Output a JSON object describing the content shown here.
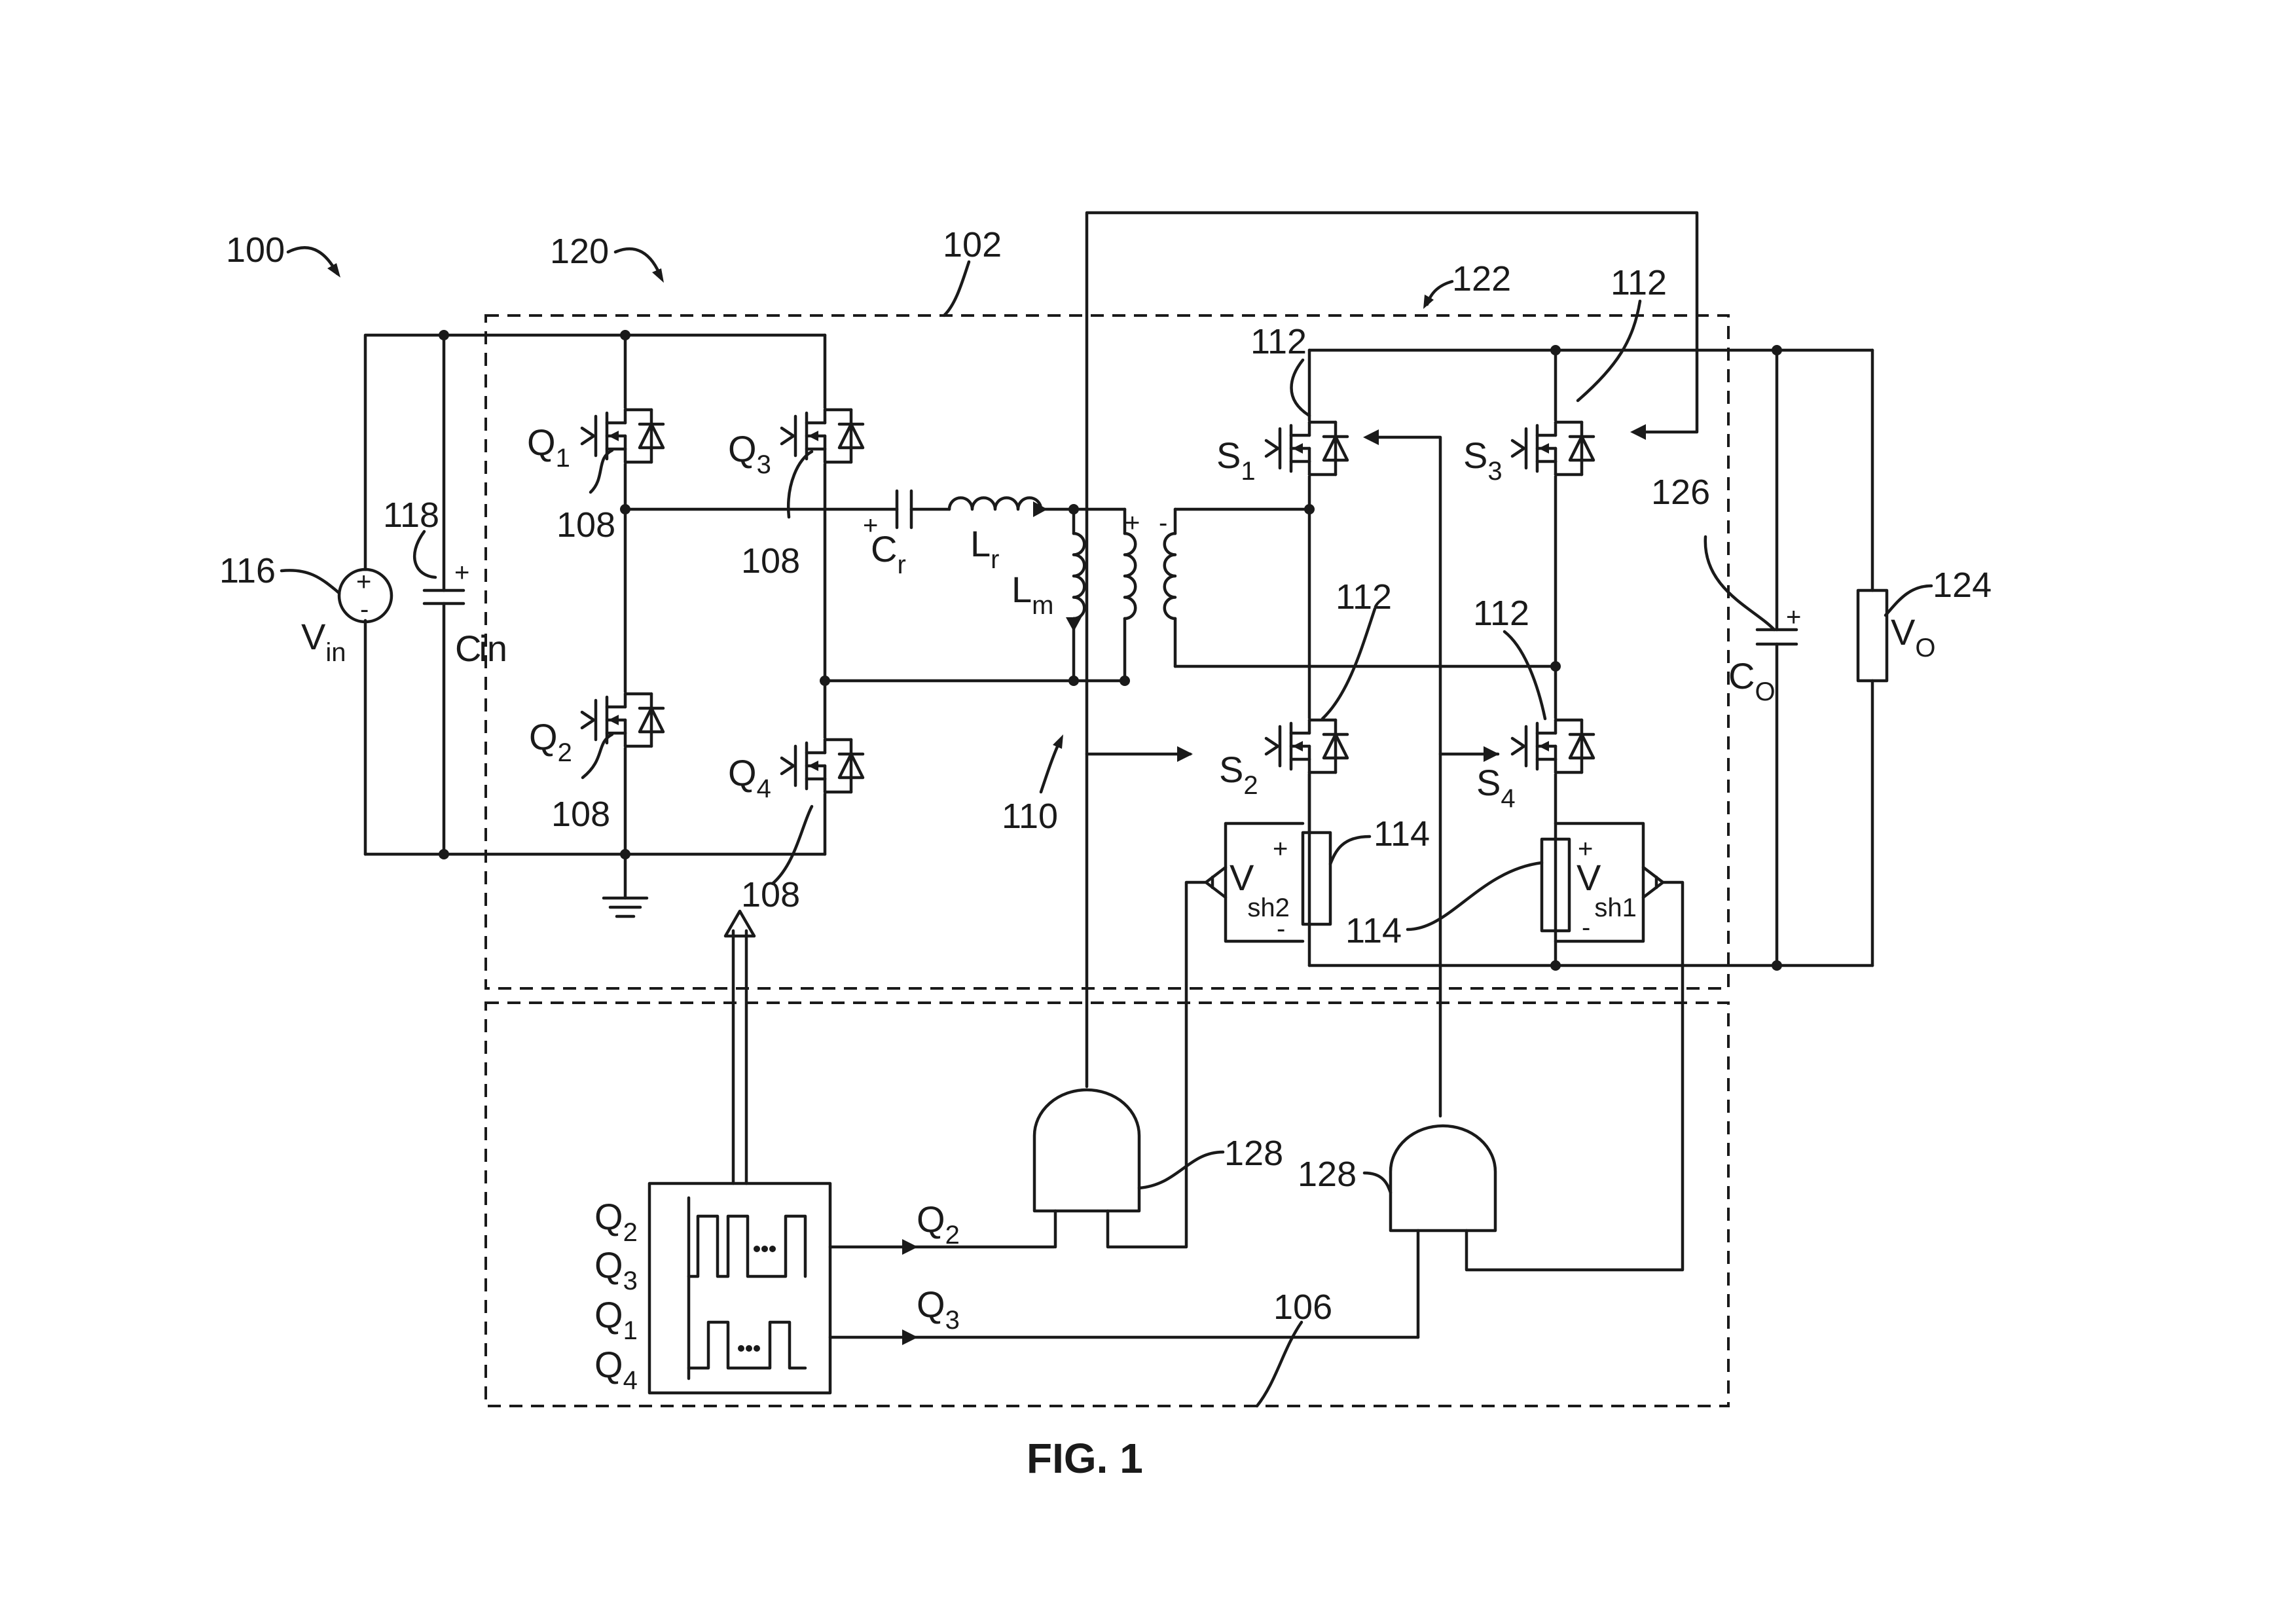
{
  "figure_label": "FIG. 1",
  "refs": {
    "r100": "100",
    "r120": "120",
    "r102": "102",
    "r122": "122",
    "r112a": "112",
    "r112b": "112",
    "r112c": "112",
    "r112d": "112",
    "r118": "118",
    "r116": "116",
    "r108a": "108",
    "r108b": "108",
    "r108c": "108",
    "r108d": "108",
    "r126": "126",
    "r124": "124",
    "r114a": "114",
    "r114b": "114",
    "r110": "110",
    "r128a": "128",
    "r128b": "128",
    "r106": "106"
  },
  "components": {
    "q1": {
      "base": "Q",
      "sub": "1"
    },
    "q2": {
      "base": "Q",
      "sub": "2"
    },
    "q3": {
      "base": "Q",
      "sub": "3"
    },
    "q4": {
      "base": "Q",
      "sub": "4"
    },
    "s1": {
      "base": "S",
      "sub": "1"
    },
    "s2": {
      "base": "S",
      "sub": "2"
    },
    "s3": {
      "base": "S",
      "sub": "3"
    },
    "s4": {
      "base": "S",
      "sub": "4"
    },
    "vin": {
      "base": "V",
      "sub": "in"
    },
    "cin": {
      "base": "C",
      "sub": "in"
    },
    "cr": {
      "base": "C",
      "sub": "r"
    },
    "lr": {
      "base": "L",
      "sub": "r"
    },
    "lm": {
      "base": "L",
      "sub": "m"
    },
    "co": {
      "base": "C",
      "sub": "O"
    },
    "vo": {
      "base": "V",
      "sub": "O"
    },
    "vsh2": {
      "base": "V",
      "sub": "sh2"
    },
    "vsh1": {
      "base": "V",
      "sub": "sh1"
    }
  },
  "signals": {
    "out_q2": {
      "base": "Q",
      "sub": "2"
    },
    "out_q3": {
      "base": "Q",
      "sub": "3"
    },
    "ctrl_q2": {
      "base": "Q",
      "sub": "2"
    },
    "ctrl_q3": {
      "base": "Q",
      "sub": "3"
    },
    "ctrl_q1": {
      "base": "Q",
      "sub": "1"
    },
    "ctrl_q4": {
      "base": "Q",
      "sub": "4"
    }
  },
  "signs": {
    "plus": "+",
    "minus": "-"
  }
}
